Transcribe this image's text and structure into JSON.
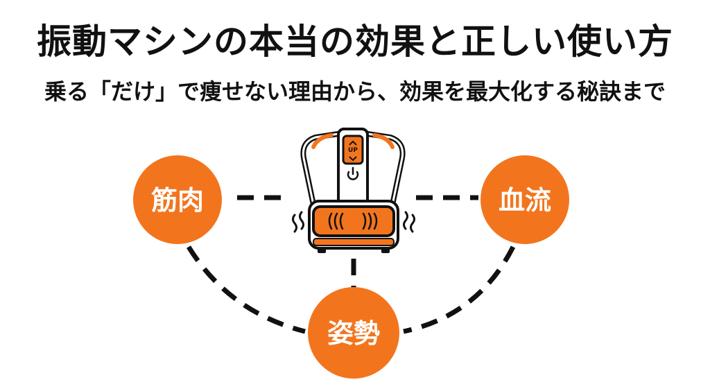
{
  "title": "振動マシンの本当の効果と正しい使い方",
  "subtitle": "乗る「だけ」で痩せない理由から、効果を最大化する秘訣まで",
  "nodes": {
    "left": "筋肉",
    "right": "血流",
    "bottom": "姿勢"
  },
  "machine": {
    "control_label": "UP",
    "power_icon": "power-icon",
    "vibration_icon": "vibration-waves-icon"
  },
  "colors": {
    "accent": "#F2751E",
    "line": "#111111",
    "background": "#ffffff"
  }
}
